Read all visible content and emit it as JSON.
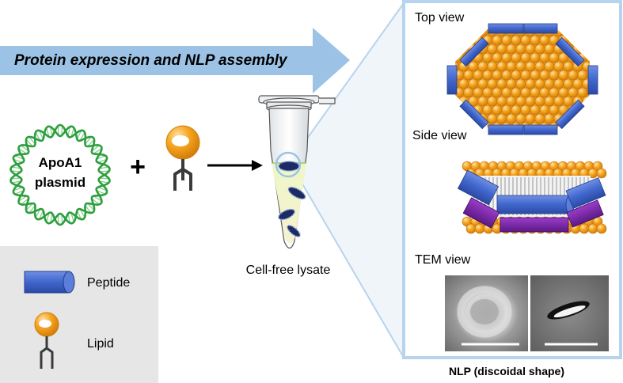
{
  "banner": {
    "text": "Protein expression and NLP assembly"
  },
  "plasmid": {
    "line1": "ApoA1",
    "line2": "plasmid"
  },
  "plus": "+",
  "tube": {
    "label": "Cell-free lysate"
  },
  "legend": {
    "peptide_label": "Peptide",
    "lipid_label": "Lipid"
  },
  "panel": {
    "top_view_label": "Top view",
    "side_view_label": "Side view",
    "tem_view_label": "TEM view",
    "caption": "NLP (discoidal shape)"
  },
  "colors": {
    "banner_blue": "#9cc3e6",
    "peptide_blue": "#4a6fd0",
    "peptide_purple": "#7b2aa8",
    "lipid_orange": "#f5a21b",
    "lipid_core": "#f7c234",
    "dna_green": "#2e9e3e",
    "panel_border": "#b7d3ee",
    "legend_bg": "#e6e6e6"
  }
}
